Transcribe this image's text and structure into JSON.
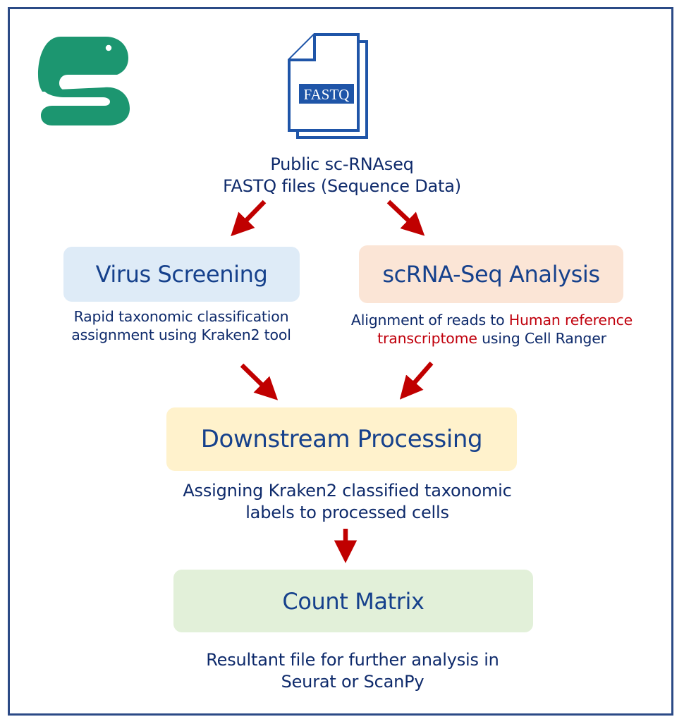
{
  "colors": {
    "frame": "#2b4a86",
    "text": "#0e2a6b",
    "box_text": "#16418c",
    "highlight": "#c0000c",
    "arrow": "#c00000",
    "logo": "#1c9670",
    "virus_box": "#deebf7",
    "scrna_box": "#fbe5d6",
    "downstream_box": "#fff2cc",
    "count_box": "#e2f0d9"
  },
  "logo": {
    "icon": "snakemake-logo-icon"
  },
  "source": {
    "icon": "fastq-file-icon",
    "file_label": "FASTQ",
    "caption_line1": "Public sc-RNAseq",
    "caption_line2": "FASTQ files (Sequence Data)"
  },
  "virus": {
    "title": "Virus Screening",
    "caption_line1": "Rapid taxonomic classification",
    "caption_line2": "assignment using Kraken2 tool"
  },
  "scrna": {
    "title": "scRNA-Seq Analysis",
    "caption_prefix": "Alignment of reads to ",
    "caption_highlight_1": "Human reference",
    "caption_highlight_2": "transcriptome",
    "caption_suffix": " using Cell Ranger"
  },
  "downstream": {
    "title": "Downstream Processing",
    "caption_line1": "Assigning Kraken2 classified taxonomic",
    "caption_line2": "labels to processed cells"
  },
  "count": {
    "title": "Count Matrix",
    "caption_line1": "Resultant file for further analysis in",
    "caption_line2": "Seurat or ScanPy"
  }
}
